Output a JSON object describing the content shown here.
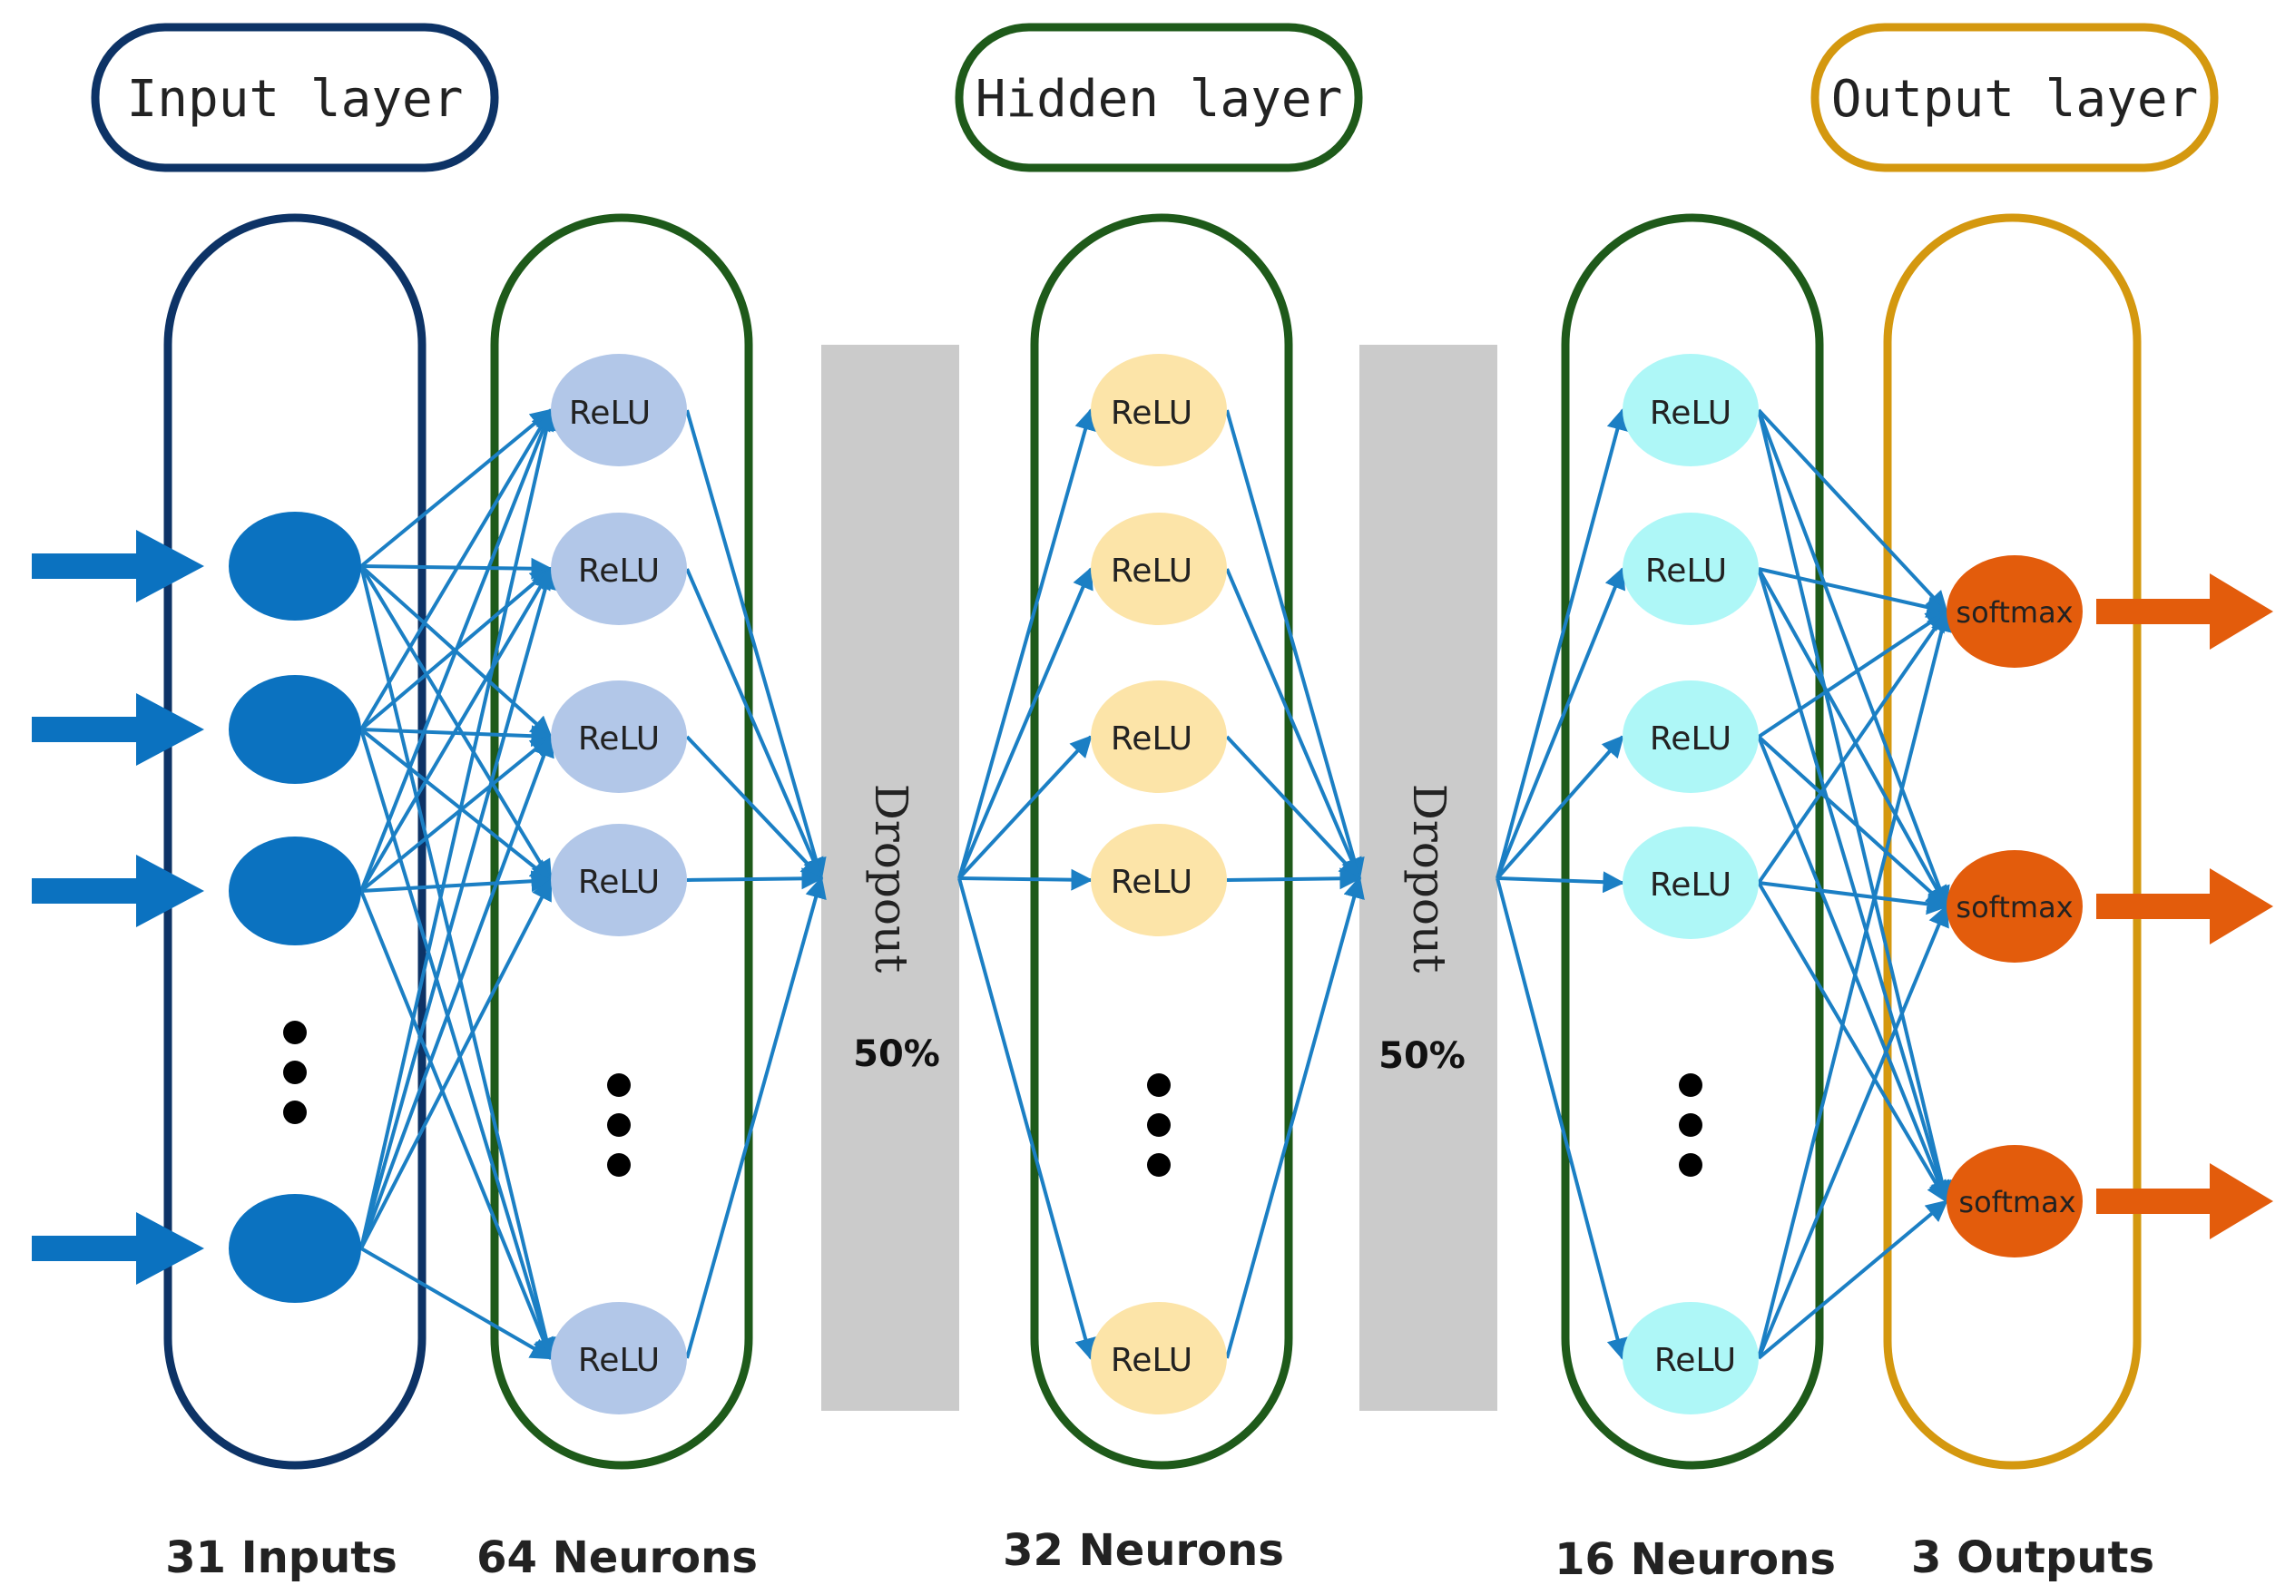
{
  "titles": {
    "input": "Input layer",
    "hidden": "Hidden layer",
    "output": "Output layer"
  },
  "node_labels": {
    "relu": "ReLU",
    "softmax": "softmax"
  },
  "dropout": [
    {
      "label": "Dropout",
      "rate": "50%"
    },
    {
      "label": "Dropout",
      "rate": "50%"
    }
  ],
  "bottom_labels": {
    "inputs": "31 Inputs",
    "layer1": "64 Neurons",
    "layer2": "32 Neurons",
    "layer3": "16 Neurons",
    "outputs": "3 Outputs"
  },
  "colors": {
    "input_border": "#0d3366",
    "hidden_border": "#1e5a1a",
    "output_border": "#d4980f",
    "edge": "#1b7fc4",
    "input_node": "#0b72c0",
    "layer1_node": "#b2c7e8",
    "layer2_node": "#fce4a8",
    "layer3_node": "#aef7f7",
    "output_node": "#e35c0c",
    "output_arrow": "#e35c0c",
    "dropout_fill": "#cbcbcb"
  },
  "icons": {
    "ellipsis": "vertical-ellipsis-icon",
    "input_arrow": "arrow-right-icon",
    "output_arrow": "arrow-right-icon"
  }
}
